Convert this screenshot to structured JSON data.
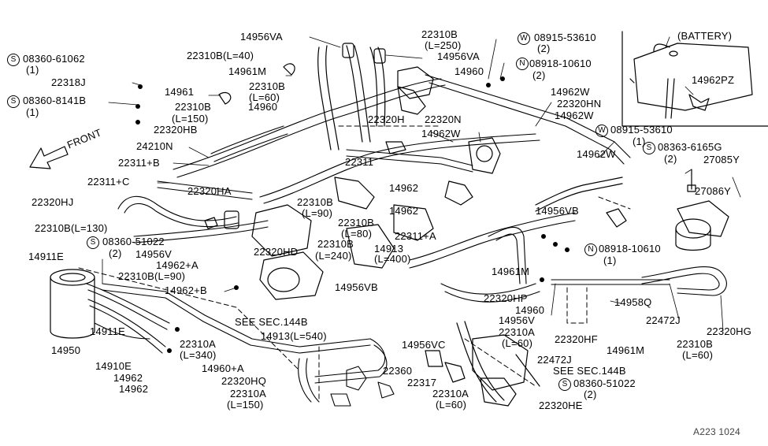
{
  "front_label": "FRONT",
  "battery_label": "(BATTERY)",
  "watermark": "A223 1024",
  "labels": [
    {
      "id": "l1",
      "text": "14956VA"
    },
    {
      "id": "l2",
      "text": "22310B"
    },
    {
      "id": "l3",
      "text": "(L=250)"
    },
    {
      "id": "l4",
      "text": "14956VA"
    },
    {
      "id": "l5",
      "text": "08915-53610"
    },
    {
      "id": "l6",
      "text": "(2)"
    },
    {
      "id": "l7",
      "text": "08918-10610"
    },
    {
      "id": "l8",
      "text": "(2)"
    },
    {
      "id": "l9",
      "text": "08360-61062"
    },
    {
      "id": "l10",
      "text": "(1)"
    },
    {
      "id": "l11",
      "text": "22310B(L=40)"
    },
    {
      "id": "l12",
      "text": "14960"
    },
    {
      "id": "l13",
      "text": "22318J"
    },
    {
      "id": "l14",
      "text": "14961M"
    },
    {
      "id": "l15",
      "text": "22310B"
    },
    {
      "id": "l16",
      "text": "(L=60)"
    },
    {
      "id": "l17",
      "text": "08360-8141B"
    },
    {
      "id": "l18",
      "text": "(1)"
    },
    {
      "id": "l19",
      "text": "14961"
    },
    {
      "id": "l20",
      "text": "14960"
    },
    {
      "id": "l21",
      "text": "22310B"
    },
    {
      "id": "l22",
      "text": "(L=150)"
    },
    {
      "id": "l23",
      "text": "22320HB"
    },
    {
      "id": "l24",
      "text": "22320H"
    },
    {
      "id": "l25",
      "text": "22320N"
    },
    {
      "id": "l26",
      "text": "14962W"
    },
    {
      "id": "l27",
      "text": "22320HN"
    },
    {
      "id": "l28",
      "text": "14962W"
    },
    {
      "id": "l29",
      "text": "14962PZ"
    },
    {
      "id": "l30",
      "text": "08915-53610"
    },
    {
      "id": "l31",
      "text": "(1)"
    },
    {
      "id": "l32",
      "text": "14962W"
    },
    {
      "id": "l33",
      "text": "08363-6165G"
    },
    {
      "id": "l34",
      "text": "(2)"
    },
    {
      "id": "l35",
      "text": "27085Y"
    },
    {
      "id": "l36",
      "text": "24210N"
    },
    {
      "id": "l37",
      "text": "22311+B"
    },
    {
      "id": "l38",
      "text": "22311"
    },
    {
      "id": "l39",
      "text": "22311+C"
    },
    {
      "id": "l40",
      "text": "22320HA"
    },
    {
      "id": "l41",
      "text": "14962"
    },
    {
      "id": "l42",
      "text": "27086Y"
    },
    {
      "id": "l43",
      "text": "22320HJ"
    },
    {
      "id": "l44",
      "text": "22310B"
    },
    {
      "id": "l45",
      "text": "(L=90)"
    },
    {
      "id": "l46",
      "text": "14962"
    },
    {
      "id": "l47",
      "text": "14956VB"
    },
    {
      "id": "l48",
      "text": "22310B(L=130)"
    },
    {
      "id": "l49",
      "text": "22310B"
    },
    {
      "id": "l50",
      "text": "(L=80)"
    },
    {
      "id": "l51",
      "text": "08360-51022"
    },
    {
      "id": "l52",
      "text": "(2)"
    },
    {
      "id": "l53",
      "text": "22310B"
    },
    {
      "id": "l54",
      "text": "22311+A"
    },
    {
      "id": "l55",
      "text": "14956V"
    },
    {
      "id": "l56",
      "text": "14913"
    },
    {
      "id": "l57",
      "text": "(L=240)"
    },
    {
      "id": "l58",
      "text": "(L=400)"
    },
    {
      "id": "l59",
      "text": "08918-10610"
    },
    {
      "id": "l60",
      "text": "(1)"
    },
    {
      "id": "l61",
      "text": "14911E"
    },
    {
      "id": "l62",
      "text": "14962+A"
    },
    {
      "id": "l63",
      "text": "22320HD"
    },
    {
      "id": "l64",
      "text": "22310B(L=90)"
    },
    {
      "id": "l65",
      "text": "14961M"
    },
    {
      "id": "l66",
      "text": "14962+B"
    },
    {
      "id": "l67",
      "text": "14956VB"
    },
    {
      "id": "l68",
      "text": "22320HP"
    },
    {
      "id": "l69",
      "text": "14958Q"
    },
    {
      "id": "l70",
      "text": "14960"
    },
    {
      "id": "l71",
      "text": "22472J"
    },
    {
      "id": "l72",
      "text": "22320HG"
    },
    {
      "id": "l73",
      "text": "SEE SEC.144B"
    },
    {
      "id": "l74",
      "text": "14911E"
    },
    {
      "id": "l75",
      "text": "14956V"
    },
    {
      "id": "l76",
      "text": "22310A"
    },
    {
      "id": "l77",
      "text": "22310A"
    },
    {
      "id": "l78",
      "text": "(L=60)"
    },
    {
      "id": "l79",
      "text": "22320HF"
    },
    {
      "id": "l80",
      "text": "14961M"
    },
    {
      "id": "l81",
      "text": "14950"
    },
    {
      "id": "l82",
      "text": "(L=340)"
    },
    {
      "id": "l83",
      "text": "14913(L=540)"
    },
    {
      "id": "l84",
      "text": "22310B"
    },
    {
      "id": "l85",
      "text": "(L=60)"
    },
    {
      "id": "l86",
      "text": "14910E"
    },
    {
      "id": "l87",
      "text": "14956VC"
    },
    {
      "id": "l88",
      "text": "22472J"
    },
    {
      "id": "l89",
      "text": "14962"
    },
    {
      "id": "l90",
      "text": "14960+A"
    },
    {
      "id": "l91",
      "text": "22360"
    },
    {
      "id": "l92",
      "text": "SEE SEC.144B"
    },
    {
      "id": "l93",
      "text": "14962"
    },
    {
      "id": "l94",
      "text": "22320HQ"
    },
    {
      "id": "l95",
      "text": "08360-51022"
    },
    {
      "id": "l96",
      "text": "22317"
    },
    {
      "id": "l97",
      "text": "(2)"
    },
    {
      "id": "l98",
      "text": "22310A"
    },
    {
      "id": "l99",
      "text": "22310A"
    },
    {
      "id": "l100",
      "text": "(L=150)"
    },
    {
      "id": "l101",
      "text": "(L=60)"
    },
    {
      "id": "l102",
      "text": "22320HE"
    }
  ],
  "markers": [
    {
      "id": "m1",
      "text": "W"
    },
    {
      "id": "m2",
      "text": "N"
    },
    {
      "id": "m3",
      "text": "S"
    },
    {
      "id": "m4",
      "text": "S"
    },
    {
      "id": "m5",
      "text": "W"
    },
    {
      "id": "m6",
      "text": "S"
    },
    {
      "id": "m7",
      "text": "S"
    },
    {
      "id": "m8",
      "text": "N"
    },
    {
      "id": "m9",
      "text": "S"
    }
  ]
}
